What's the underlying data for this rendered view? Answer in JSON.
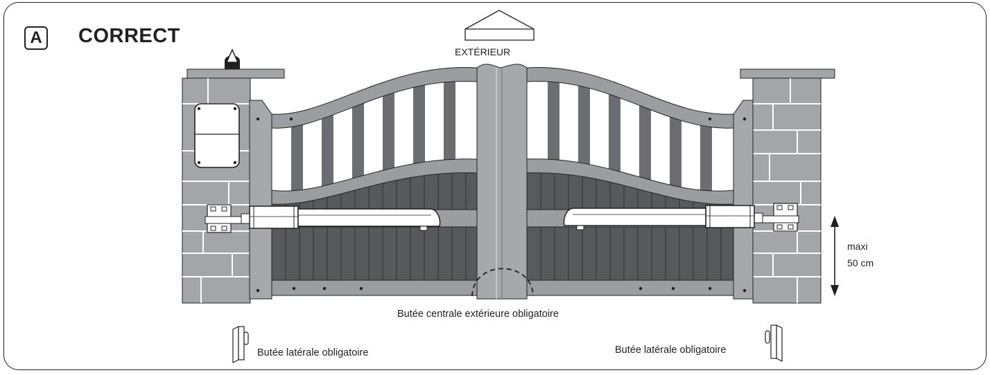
{
  "panel": {
    "badge": "A",
    "title": "CORRECT",
    "outside_label": "EXTÉRIEUR"
  },
  "labels": {
    "central_stop": "Butée centrale extérieure obligatoire",
    "side_stop_left": "Butée latérale obligatoire",
    "side_stop_right": "Butée latérale obligatoire",
    "max_height_line1": "maxi",
    "max_height_line2": "50 cm"
  },
  "colors": {
    "outline": "#231f20",
    "post": "#a6a8ab",
    "stone": "#a3a5a8",
    "slat": "#6b6d70",
    "lower_panel": "#58595b",
    "rail": "#9b9da0",
    "motor": "#ffffff"
  },
  "icons": [
    "lamp-icon",
    "control-box-icon",
    "motor-arm-icon",
    "side-stop-icon",
    "central-stop-icon",
    "house-roof-icon",
    "double-arrow-icon"
  ]
}
